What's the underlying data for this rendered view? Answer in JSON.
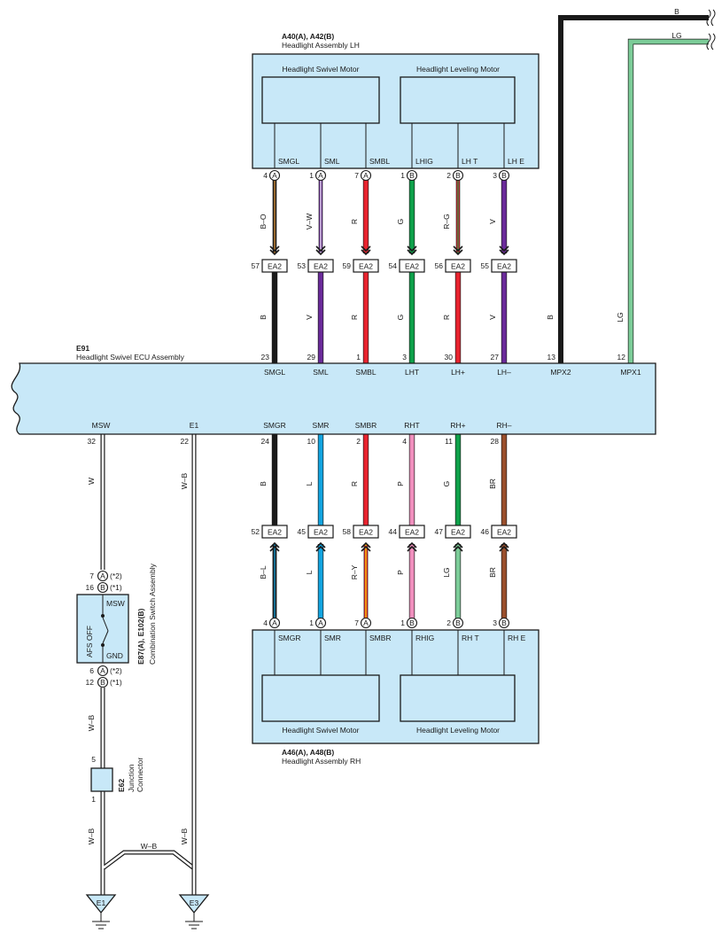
{
  "lh_assembly": {
    "code": "A40(A), A42(B)",
    "name": "Headlight Assembly LH",
    "swivel_motor": "Headlight Swivel Motor",
    "leveling_motor": "Headlight Leveling Motor",
    "terminals": [
      {
        "label": "SMGL",
        "pin": "4",
        "conn": "A",
        "wire_top": "B–O",
        "ea2_pin": "57",
        "wire_mid": "B",
        "ecu_pin": "23"
      },
      {
        "label": "SML",
        "pin": "1",
        "conn": "A",
        "wire_top": "V–W",
        "ea2_pin": "53",
        "wire_mid": "V",
        "ecu_pin": "29"
      },
      {
        "label": "SMBL",
        "pin": "7",
        "conn": "A",
        "wire_top": "R",
        "ea2_pin": "59",
        "wire_mid": "R",
        "ecu_pin": "1"
      },
      {
        "label": "LHIG",
        "pin": "1",
        "conn": "B",
        "wire_top": "G",
        "ea2_pin": "54",
        "wire_mid": "G",
        "ecu_pin": "3"
      },
      {
        "label": "LH T",
        "pin": "2",
        "conn": "B",
        "wire_top": "R–G",
        "ea2_pin": "56",
        "wire_mid": "R",
        "ecu_pin": "30"
      },
      {
        "label": "LH E",
        "pin": "3",
        "conn": "B",
        "wire_top": "V",
        "ea2_pin": "55",
        "wire_mid": "V",
        "ecu_pin": "27"
      }
    ]
  },
  "ecu": {
    "code": "E91",
    "name": "Headlight Swivel ECU Assembly",
    "top_terminals": [
      "SMGL",
      "SML",
      "SMBL",
      "LHT",
      "LH+",
      "LH–",
      "MPX2",
      "MPX1"
    ],
    "mpx": [
      {
        "pin": "13",
        "wire": "B",
        "end_label": "B"
      },
      {
        "pin": "12",
        "wire": "LG",
        "end_label": "LG"
      }
    ],
    "bottom_left": [
      {
        "label": "MSW",
        "pin": "32",
        "wire": "W"
      },
      {
        "label": "E1",
        "pin": "22",
        "wire": "W–B"
      }
    ],
    "bottom_terminals": [
      "SMGR",
      "SMR",
      "SMBR",
      "RHT",
      "RH+",
      "RH–"
    ]
  },
  "rh_assembly": {
    "code": "A46(A), A48(B)",
    "name": "Headlight Assembly RH",
    "swivel_motor": "Headlight Swivel Motor",
    "leveling_motor": "Headlight Leveling Motor",
    "terminals": [
      {
        "label": "SMGR",
        "ecu_pin": "24",
        "wire_mid": "B",
        "ea2_pin": "52",
        "wire_bot": "B–L",
        "pin": "4",
        "conn": "A"
      },
      {
        "label": "SMR",
        "ecu_pin": "10",
        "wire_mid": "L",
        "ea2_pin": "45",
        "wire_bot": "L",
        "pin": "1",
        "conn": "A"
      },
      {
        "label": "SMBR",
        "ecu_pin": "2",
        "wire_mid": "R",
        "ea2_pin": "58",
        "wire_bot": "R–Y",
        "pin": "7",
        "conn": "A"
      },
      {
        "label": "RHIG",
        "ecu_pin": "4",
        "wire_mid": "P",
        "ea2_pin": "44",
        "wire_bot": "P",
        "pin": "1",
        "conn": "B"
      },
      {
        "label": "RH T",
        "ecu_pin": "11",
        "wire_mid": "G",
        "ea2_pin": "47",
        "wire_bot": "LG",
        "pin": "2",
        "conn": "B"
      },
      {
        "label": "RH E",
        "ecu_pin": "28",
        "wire_mid": "BR",
        "ea2_pin": "46",
        "wire_bot": "BR",
        "pin": "3",
        "conn": "B"
      }
    ]
  },
  "ea2_label": "EA2",
  "switch": {
    "code": "E87(A), E102(B)",
    "name": "Combination Switch Assembly",
    "afs_label": "AFS OFF",
    "msw_label": "MSW",
    "gnd_label": "GND",
    "top_pins": [
      {
        "pin": "7",
        "conn": "A",
        "note": "(*2)"
      },
      {
        "pin": "16",
        "conn": "B",
        "note": "(*1)"
      }
    ],
    "bottom_pins": [
      {
        "pin": "6",
        "conn": "A",
        "note": "(*2)"
      },
      {
        "pin": "12",
        "conn": "B",
        "note": "(*1)"
      }
    ],
    "wire_below": "W–B"
  },
  "junction": {
    "code": "E62",
    "line1": "Junction",
    "line2": "Connector",
    "pin_top": "5",
    "pin_bottom": "1",
    "wire_below": "W–B",
    "bridge_wire": "W–B"
  },
  "grounds": [
    {
      "label": "E1"
    },
    {
      "label": "E3"
    }
  ],
  "colors": {
    "B": "#1a1a1a",
    "V": "#6a2a9a",
    "R": "#e8232e",
    "G": "#0ea14a",
    "LG": "#7ccc98",
    "L": "#12a4e0",
    "P": "#f08fbd",
    "BR": "#9a4f2c",
    "W": "#ffffff",
    "O": "#f6a23a",
    "Y": "#f7e400",
    "panel": "#c8e8f8"
  }
}
